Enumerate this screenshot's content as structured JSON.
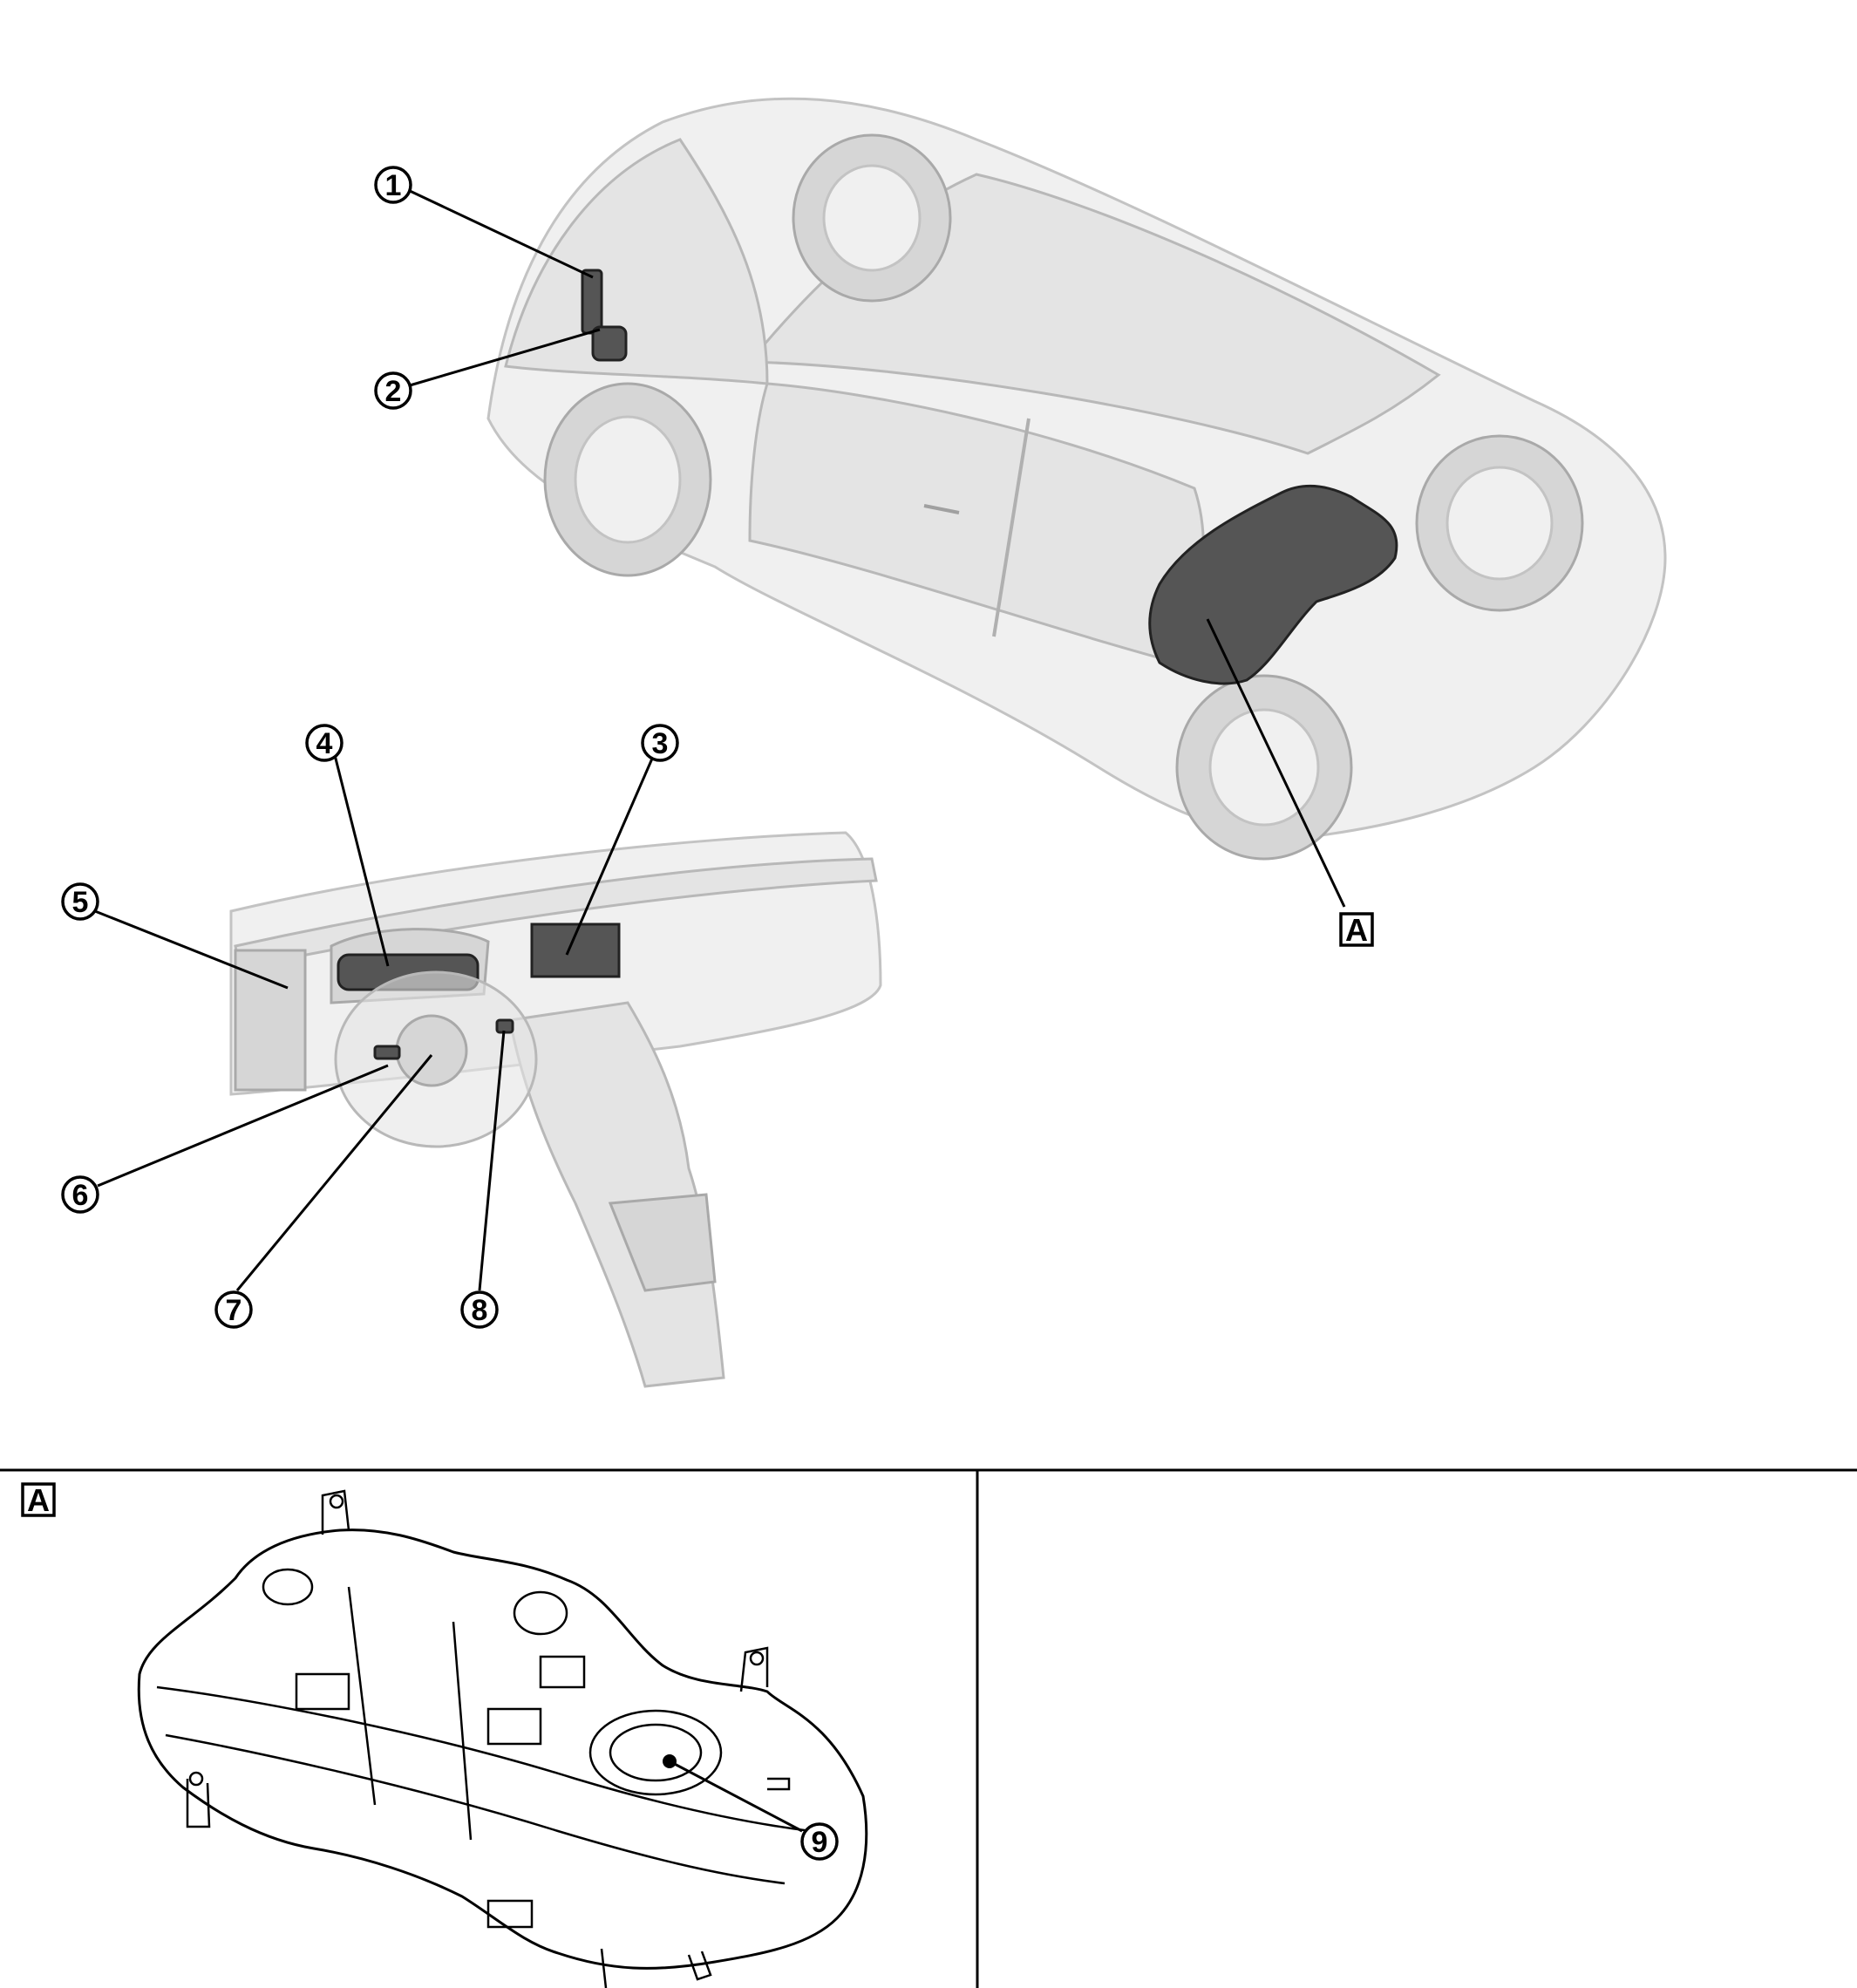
{
  "callouts": [
    "1",
    "2",
    "3",
    "4",
    "5",
    "6",
    "7",
    "8",
    "9"
  ],
  "views": {
    "detail_a_marker": "A",
    "detail_a_label": "A"
  },
  "icons": {
    "vehicle": "vehicle-ghost-illustration",
    "dashboard": "instrument-panel-illustration",
    "fuel_tank": "fuel-tank-illustration"
  }
}
